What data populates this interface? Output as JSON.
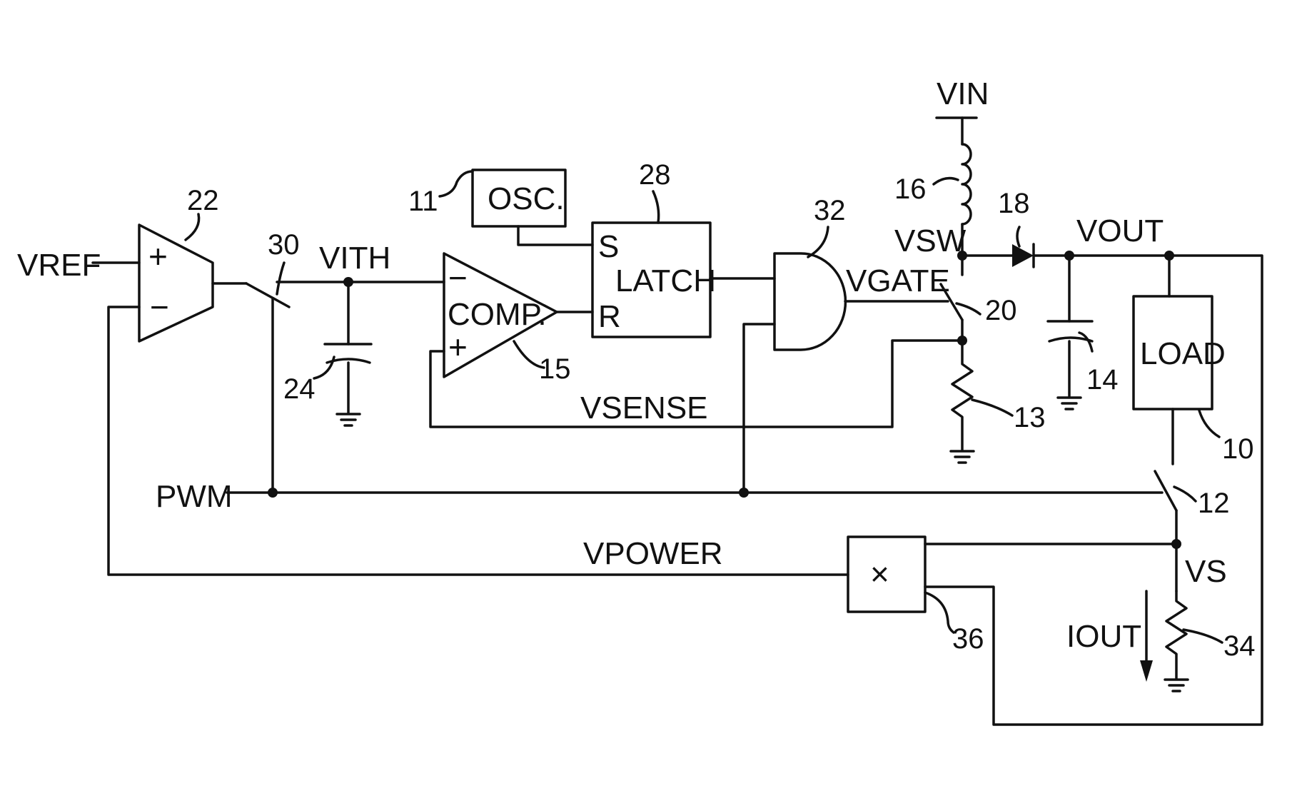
{
  "diagram": {
    "signals": {
      "vref": "VREF",
      "vith": "VITH",
      "vin": "VIN",
      "vsw": "VSW",
      "vout": "VOUT",
      "vgate": "VGATE",
      "vsense": "VSENSE",
      "pwm": "PWM",
      "vpower": "VPOWER",
      "vs": "VS",
      "iout": "IOUT"
    },
    "blocks": {
      "osc": "OSC.",
      "latch": "LATCH",
      "latch_s": "S",
      "latch_r": "R",
      "comp": "COMP.",
      "load": "LOAD"
    },
    "symbols": {
      "plus": "+",
      "minus": "−",
      "multiply": "×"
    },
    "reference_numerals": {
      "ref_10": "10",
      "ref_11": "11",
      "ref_12": "12",
      "ref_13": "13",
      "ref_14": "14",
      "ref_15": "15",
      "ref_16": "16",
      "ref_18": "18",
      "ref_20": "20",
      "ref_22": "22",
      "ref_24": "24",
      "ref_28": "28",
      "ref_30": "30",
      "ref_32": "32",
      "ref_34": "34",
      "ref_36": "36"
    }
  }
}
